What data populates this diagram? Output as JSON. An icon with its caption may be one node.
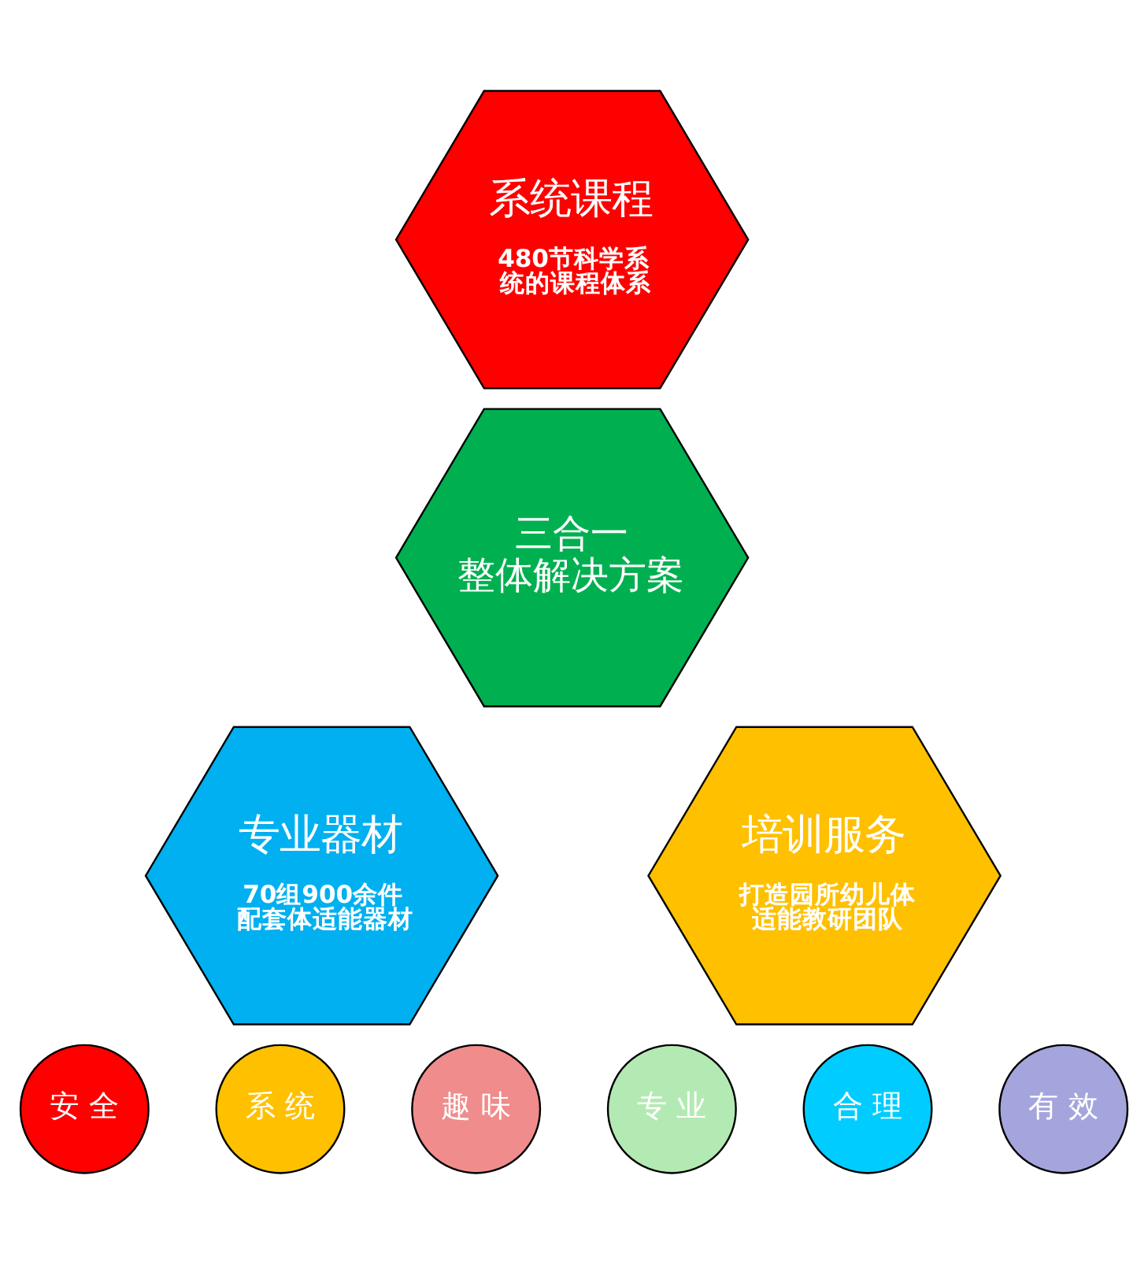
{
  "diagram": {
    "nodes": [
      {
        "text": [
          "系统课程",
          "480节科学系统的课程体系"
        ]
      },
      {
        "text": [
          "三合一整体解决方案"
        ]
      },
      {
        "text": [
          "专业器材",
          "70组900余件配套体适能器材"
        ]
      },
      {
        "text": [
          "培训服务",
          "打造园所幼儿体适能教研团队"
        ]
      },
      {
        "text": [
          "安 全"
        ]
      },
      {
        "text": [
          "系 统"
        ]
      },
      {
        "text": [
          "趣 味"
        ]
      },
      {
        "text": [
          "专 业"
        ]
      },
      {
        "text": [
          "合 理"
        ]
      },
      {
        "text": [
          "有 效"
        ]
      }
    ],
    "edges": []
  }
}
